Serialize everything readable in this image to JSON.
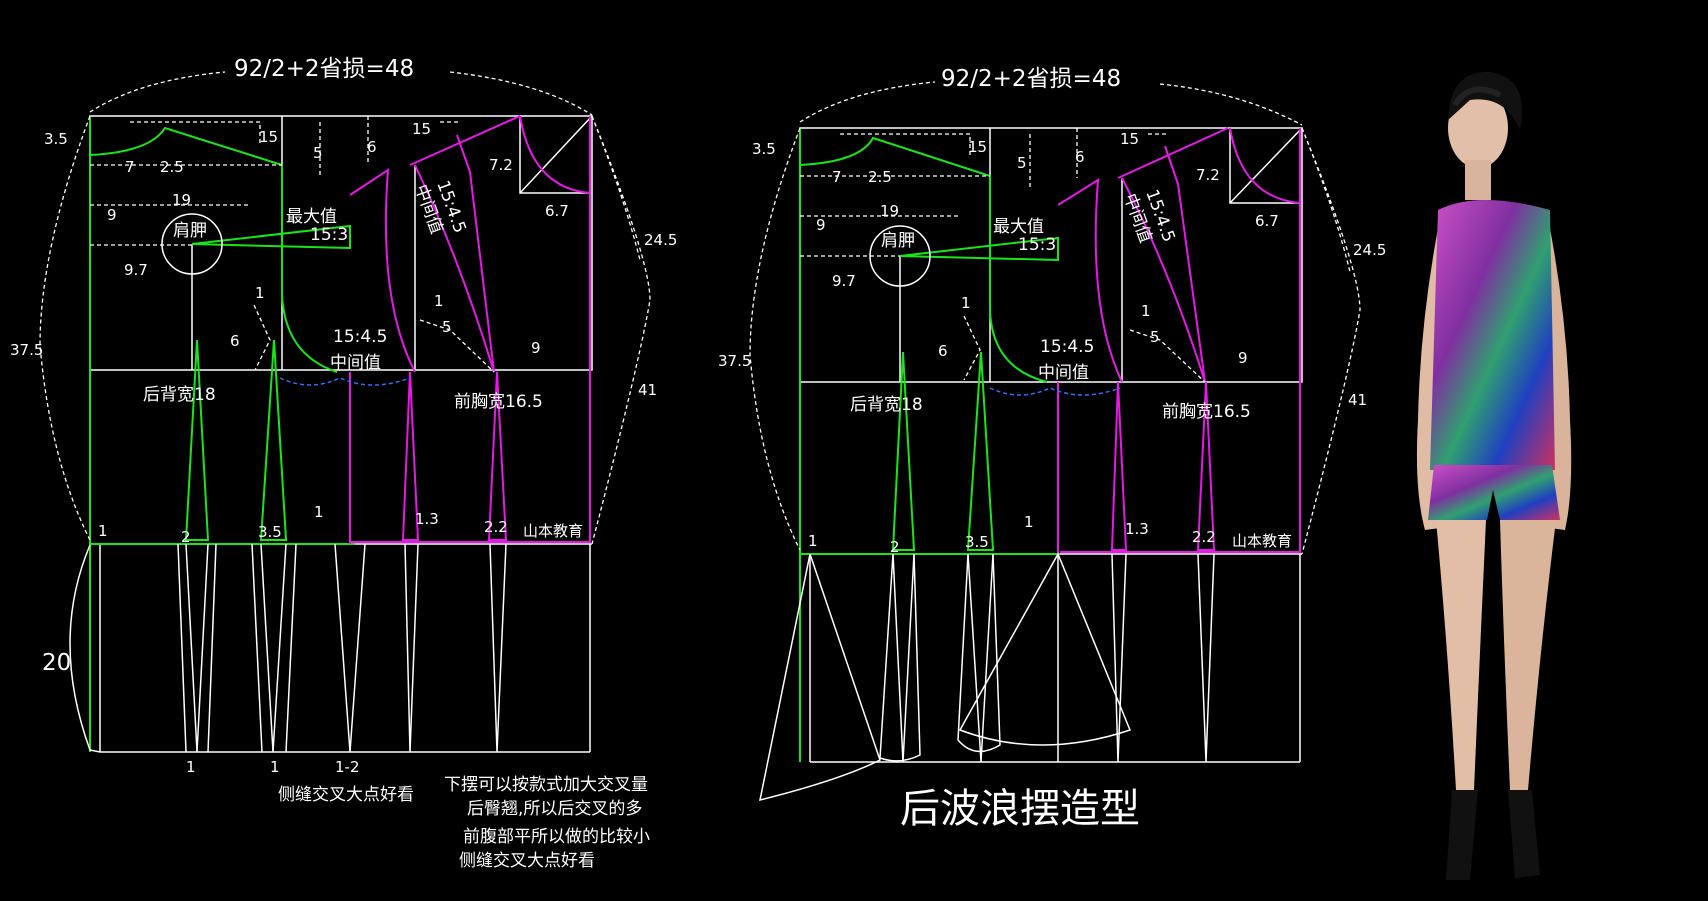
{
  "left": {
    "title": "92/2+2省损=48",
    "dims": {
      "d3_5": "3.5",
      "d7": "7",
      "d2_5": "2.5",
      "d15a": "15",
      "d5": "5",
      "d6a": "6",
      "d15b": "15",
      "d7_2": "7.2",
      "d6_7": "6.7",
      "d19": "19",
      "d9a": "9",
      "d9_7": "9.7",
      "d24_5": "24.5",
      "d37_5": "37.5",
      "d41": "41",
      "d1a": "1",
      "d6b": "6",
      "d1b": "1",
      "d5b": "5",
      "d9b": "9",
      "d1c": "1",
      "d2": "2",
      "d3_5b": "3.5",
      "d1d": "1",
      "d1_3": "1.3",
      "d2_2": "2.2",
      "d20": "20",
      "d1e": "1",
      "d1f": "1",
      "d1_2": "1-2"
    },
    "labels": {
      "max": "最大值",
      "ratio": "15:3",
      "blade": "肩胛",
      "ratio2": "15:4.5",
      "mid": "中间值",
      "mid2": "中间值",
      "ratio3": "15:4.5",
      "back": "后背宽18",
      "front": "前胸宽16.5",
      "brand": "山本教育"
    },
    "notes": {
      "side1": "侧缝交叉大点好看",
      "hem": "下摆可以按款式加大交叉量",
      "hip": "后臀翘,所以后交叉的多",
      "belly": "前腹部平所以做的比较小",
      "side2": "侧缝交叉大点好看"
    }
  },
  "right": {
    "title": "92/2+2省损=48",
    "dims": {
      "d3_5": "3.5",
      "d7": "7",
      "d2_5": "2.5",
      "d15a": "15",
      "d5": "5",
      "d6a": "6",
      "d15b": "15",
      "d7_2": "7.2",
      "d6_7": "6.7",
      "d19": "19",
      "d9a": "9",
      "d9_7": "9.7",
      "d24_5": "24.5",
      "d37_5": "37.5",
      "d41": "41",
      "d1a": "1",
      "d6b": "6",
      "d1b": "1",
      "d5b": "5",
      "d9b": "9",
      "d1c": "1",
      "d2": "2",
      "d3_5b": "3.5",
      "d1d": "1",
      "d1_3": "1.3",
      "d2_2": "2.2"
    },
    "labels": {
      "max": "最大值",
      "ratio": "15:3",
      "blade": "肩胛",
      "ratio2": "15:4.5",
      "mid": "中间值",
      "mid2": "中间值",
      "ratio3": "15:4.5",
      "back": "后背宽18",
      "front": "前胸宽16.5",
      "brand": "山本教育"
    },
    "caption": "后波浪摆造型"
  },
  "colors": {
    "back_piece": "#19e619",
    "front_piece": "#e619e6",
    "guide": "#ffffff",
    "ease": "#2b6fff"
  }
}
